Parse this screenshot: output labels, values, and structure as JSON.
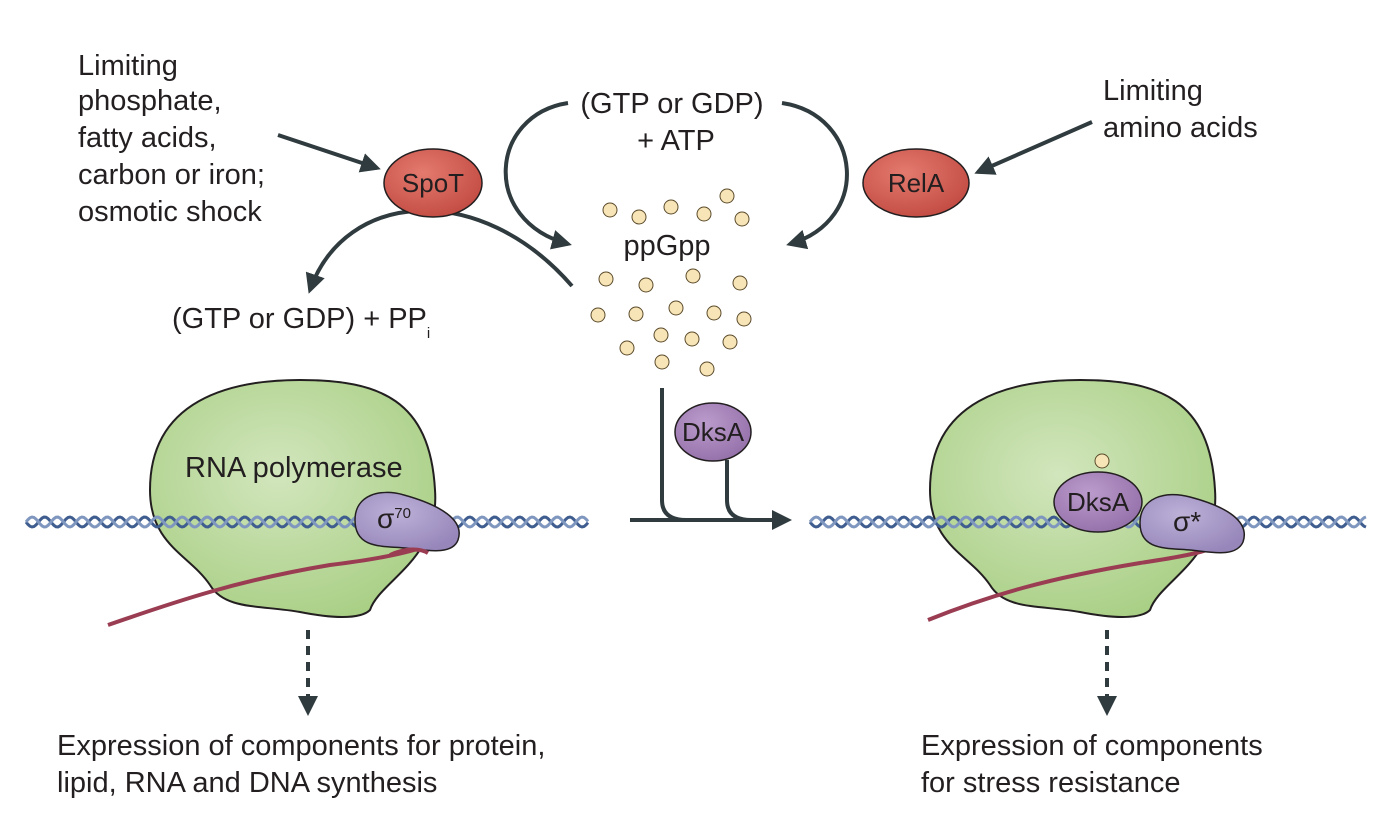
{
  "inputs": {
    "spot_conditions": [
      "Limiting",
      "phosphate,",
      "fatty acids,",
      "carbon or iron;",
      "osmotic shock"
    ],
    "rela_conditions": [
      "Limiting",
      "amino acids"
    ]
  },
  "enzymes": {
    "spot": "SpoT",
    "rela": "RelA",
    "dksa": "DksA"
  },
  "substrates": {
    "line1": "(GTP or GDP)",
    "line2": "+ ATP"
  },
  "alarmone": "ppGpp",
  "hydrolysis": {
    "products": "(GTP or GDP) + PP",
    "subscript": "i"
  },
  "polymerase": {
    "label": "RNA polymerase",
    "sigma_left_base": "σ",
    "sigma_left_sup": "70",
    "sigma_right": "σ*"
  },
  "outcomes": {
    "left": [
      "Expression of components for protein,",
      "lipid, RNA and DNA synthesis"
    ],
    "right": [
      "Expression of components",
      "for stress resistance"
    ]
  },
  "colors": {
    "enzyme_red": "#d0574e",
    "polymerase_green": "#b9d89a",
    "sigma_purple": "#a99ac7",
    "dksa_purple": "#a57fb8",
    "ppgpp_dot": "#f7e5b7",
    "arrow": "#2f3b3e",
    "rna": "#9a3d53",
    "dna_blue": "#3f5e8f"
  }
}
